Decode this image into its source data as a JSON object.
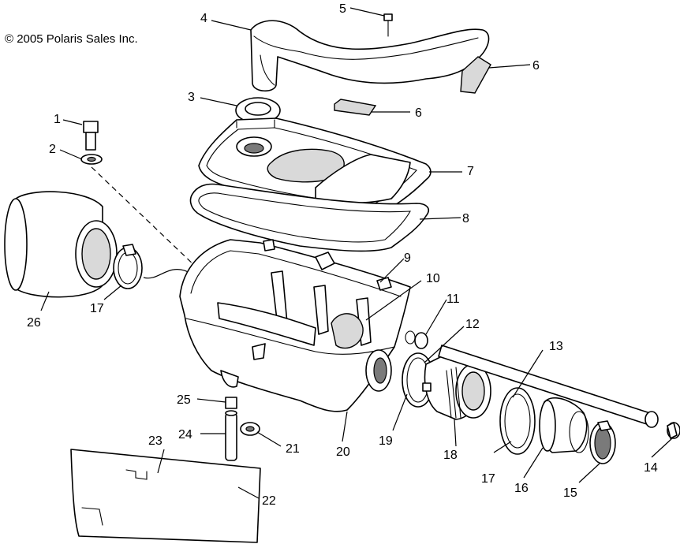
{
  "copyright": "© 2005 Polaris Sales Inc.",
  "callouts": {
    "c1": "1",
    "c2": "2",
    "c3": "3",
    "c4": "4",
    "c5": "5",
    "c6a": "6",
    "c6b": "6",
    "c7": "7",
    "c8": "8",
    "c9": "9",
    "c10": "10",
    "c11": "11",
    "c12": "12",
    "c13": "13",
    "c14": "14",
    "c15": "15",
    "c16": "16",
    "c17a": "17",
    "c17b": "17",
    "c18": "18",
    "c19": "19",
    "c20": "20",
    "c21": "21",
    "c22": "22",
    "c23": "23",
    "c24": "24",
    "c25": "25",
    "c26": "26"
  }
}
